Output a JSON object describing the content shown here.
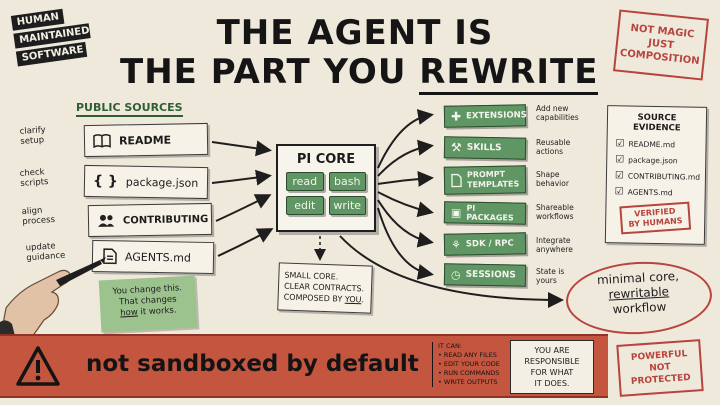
{
  "badge": {
    "line1": "HUMAN",
    "line2": "MAINTAINED",
    "line3": "SOFTWARE"
  },
  "title": {
    "line1": "THE AGENT IS",
    "line2_a": "THE PART YOU ",
    "line2_b": "REWRITE"
  },
  "stamp_top": {
    "line1": "NOT MAGIC",
    "line2": "JUST",
    "line3": "COMPOSITION"
  },
  "sources": {
    "heading": "PUBLIC SOURCES",
    "items": [
      {
        "note_l1": "clarify",
        "note_l2": "setup",
        "icon": "book-icon",
        "label": "README"
      },
      {
        "note_l1": "check",
        "note_l2": "scripts",
        "icon": "braces-icon",
        "label": "package.json"
      },
      {
        "note_l1": "align",
        "note_l2": "process",
        "icon": "people-icon",
        "label": "CONTRIBUTING"
      },
      {
        "note_l1": "update",
        "note_l2": "guidance",
        "icon": "document-icon",
        "label": "AGENTS.md"
      }
    ]
  },
  "core": {
    "title": "PI CORE",
    "tools": [
      "read",
      "bash",
      "edit",
      "write"
    ]
  },
  "core_note": {
    "line1": "SMALL CORE.",
    "line2": "CLEAR CONTRACTS.",
    "line3_a": "COMPOSED BY ",
    "line3_b": "YOU",
    "line3_c": "."
  },
  "sticky": {
    "line1": "You change this.",
    "line2": "That changes",
    "line3_a": "how",
    "line3_b": " it works."
  },
  "outputs": [
    {
      "icon": "puzzle-icon",
      "label": "EXTENSIONS",
      "desc1": "Add new",
      "desc2": "capabilities"
    },
    {
      "icon": "wrench-icon",
      "label": "SKILLS",
      "desc1": "Reusable",
      "desc2": "actions"
    },
    {
      "icon": "document-icon",
      "label": "PROMPT",
      "label2": "TEMPLATES",
      "desc1": "Shape",
      "desc2": "behavior"
    },
    {
      "icon": "package-icon",
      "label": "PI PACKAGES",
      "desc1": "Shareable",
      "desc2": "workflows"
    },
    {
      "icon": "network-icon",
      "label": "SDK / RPC",
      "desc1": "Integrate",
      "desc2": "anywhere"
    },
    {
      "icon": "clock-icon",
      "label": "SESSIONS",
      "desc1": "State is",
      "desc2": "yours"
    }
  ],
  "evidence": {
    "heading": "SOURCE EVIDENCE",
    "items": [
      "README.md",
      "package.json",
      "CONTRIBUTING.md",
      "AGENTS.md"
    ],
    "stamp1": "VERIFIED",
    "stamp2": "BY HUMANS"
  },
  "circle": {
    "line1": "minimal core,",
    "line2": "rewritable",
    "line3": "workflow"
  },
  "banner": {
    "main": "not sandboxed by default",
    "can_heading": "IT CAN:",
    "can_items": [
      "READ ANY FILES",
      "EDIT YOUR CODE",
      "RUN COMMANDS",
      "WRITE OUTPUTS"
    ],
    "resp1": "YOU ARE",
    "resp2": "RESPONSIBLE",
    "resp3": "FOR WHAT",
    "resp4": "IT DOES."
  },
  "stamp_bottom": {
    "line1": "POWERFUL",
    "line2": "NOT",
    "line3": "PROTECTED"
  },
  "colors": {
    "green": "#5f9663",
    "red_banner": "#c4553f",
    "stamp_red": "#b7443d",
    "paper": "#efe9dc"
  }
}
